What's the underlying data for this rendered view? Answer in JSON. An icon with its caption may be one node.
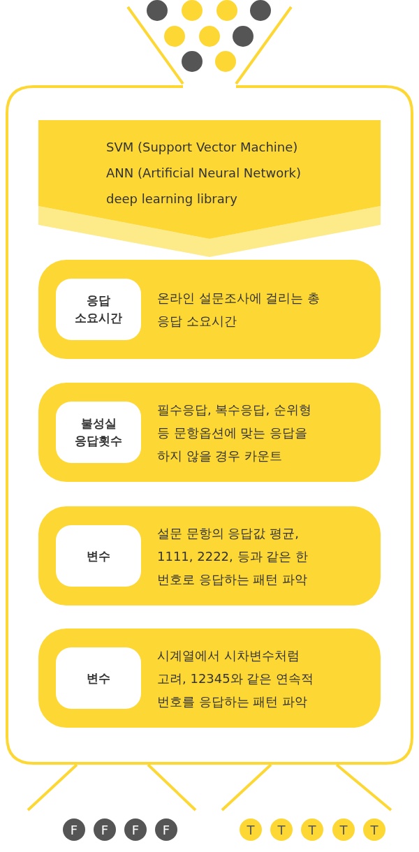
{
  "diagram": {
    "nodes": [
      {
        "text": [],
        "shape": "box"
      },
      {
        "text": [
          "SVM (Support Vector Machine)",
          "ANN (Artificial Neural Network)",
          "deep learning library"
        ],
        "in": 0
      },
      {
        "text": [
          "응답 소요시간",
          "온라인 설문조사에 걸리는 총 응답 소요시간"
        ],
        "in": 0
      },
      {
        "text": [
          "불성실 응답횟수",
          "필수응답, 복수응답, 순위형 등 문항옵션에 맞는 응답을 하지 않을 경우 카운트"
        ],
        "in": 0
      },
      {
        "text": [
          "변수",
          "설문 문항의 응답값 평균, 1111, 2222, 등과 같은 한 번호로 응답하는 패턴 파악"
        ],
        "in": 0
      },
      {
        "text": [
          "변수",
          "시계열에서 시차변수처럼 고려, 12345와 같은 연속적 번호를 응답하는 패턴 파악"
        ],
        "in": 0
      }
    ],
    "labels": [
      "F",
      "F",
      "F",
      "F",
      "T",
      "T",
      "T",
      "T",
      "T"
    ]
  }
}
